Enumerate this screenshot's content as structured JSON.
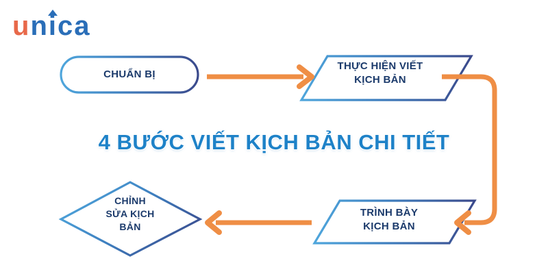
{
  "brand": {
    "logo_text": "unica",
    "logo_part_orange": "u",
    "logo_part_blue_n": "n",
    "logo_part_blue_i": "i",
    "logo_part_blue_ca": "ca",
    "logo_orange_color": "#E8694A",
    "logo_blue_color": "#2A6EB8",
    "cap_icon": "graduation-cap-icon"
  },
  "headline": {
    "text": "4 BƯỚC VIẾT KỊCH BẢN CHI TIẾT",
    "color": "#1E82C8"
  },
  "theme": {
    "border_gradient_start": "#4FA6DC",
    "border_gradient_end": "#3B4A8C",
    "arrow_color": "#EF8E45",
    "node_text_color": "#1B3A6B",
    "background": "#FFFFFF"
  },
  "flowchart": {
    "type": "process-flow",
    "step_count": 4,
    "nodes": [
      {
        "id": "prepare",
        "order": 1,
        "shape": "rounded-pill",
        "line1": "CHUẨN BỊ",
        "line2": ""
      },
      {
        "id": "write",
        "order": 2,
        "shape": "parallelogram",
        "line1": "THỰC HIỆN VIẾT",
        "line2": "KỊCH BẢN"
      },
      {
        "id": "present",
        "order": 3,
        "shape": "parallelogram",
        "line1": "TRÌNH BÀY",
        "line2": "KỊCH BẢN"
      },
      {
        "id": "revise",
        "order": 4,
        "shape": "diamond",
        "line1": "CHỈNH",
        "line2": "SỬA KỊCH",
        "line3": "BẢN"
      }
    ],
    "connectors": [
      {
        "id": "prepare-to-write",
        "from": "prepare",
        "to": "write",
        "direction": "right",
        "style": "straight-arrow"
      },
      {
        "id": "write-to-present",
        "from": "write",
        "to": "present",
        "direction": "down-then-left",
        "style": "elbow-arrow"
      },
      {
        "id": "present-to-revise",
        "from": "present",
        "to": "revise",
        "direction": "left",
        "style": "straight-arrow"
      }
    ]
  }
}
